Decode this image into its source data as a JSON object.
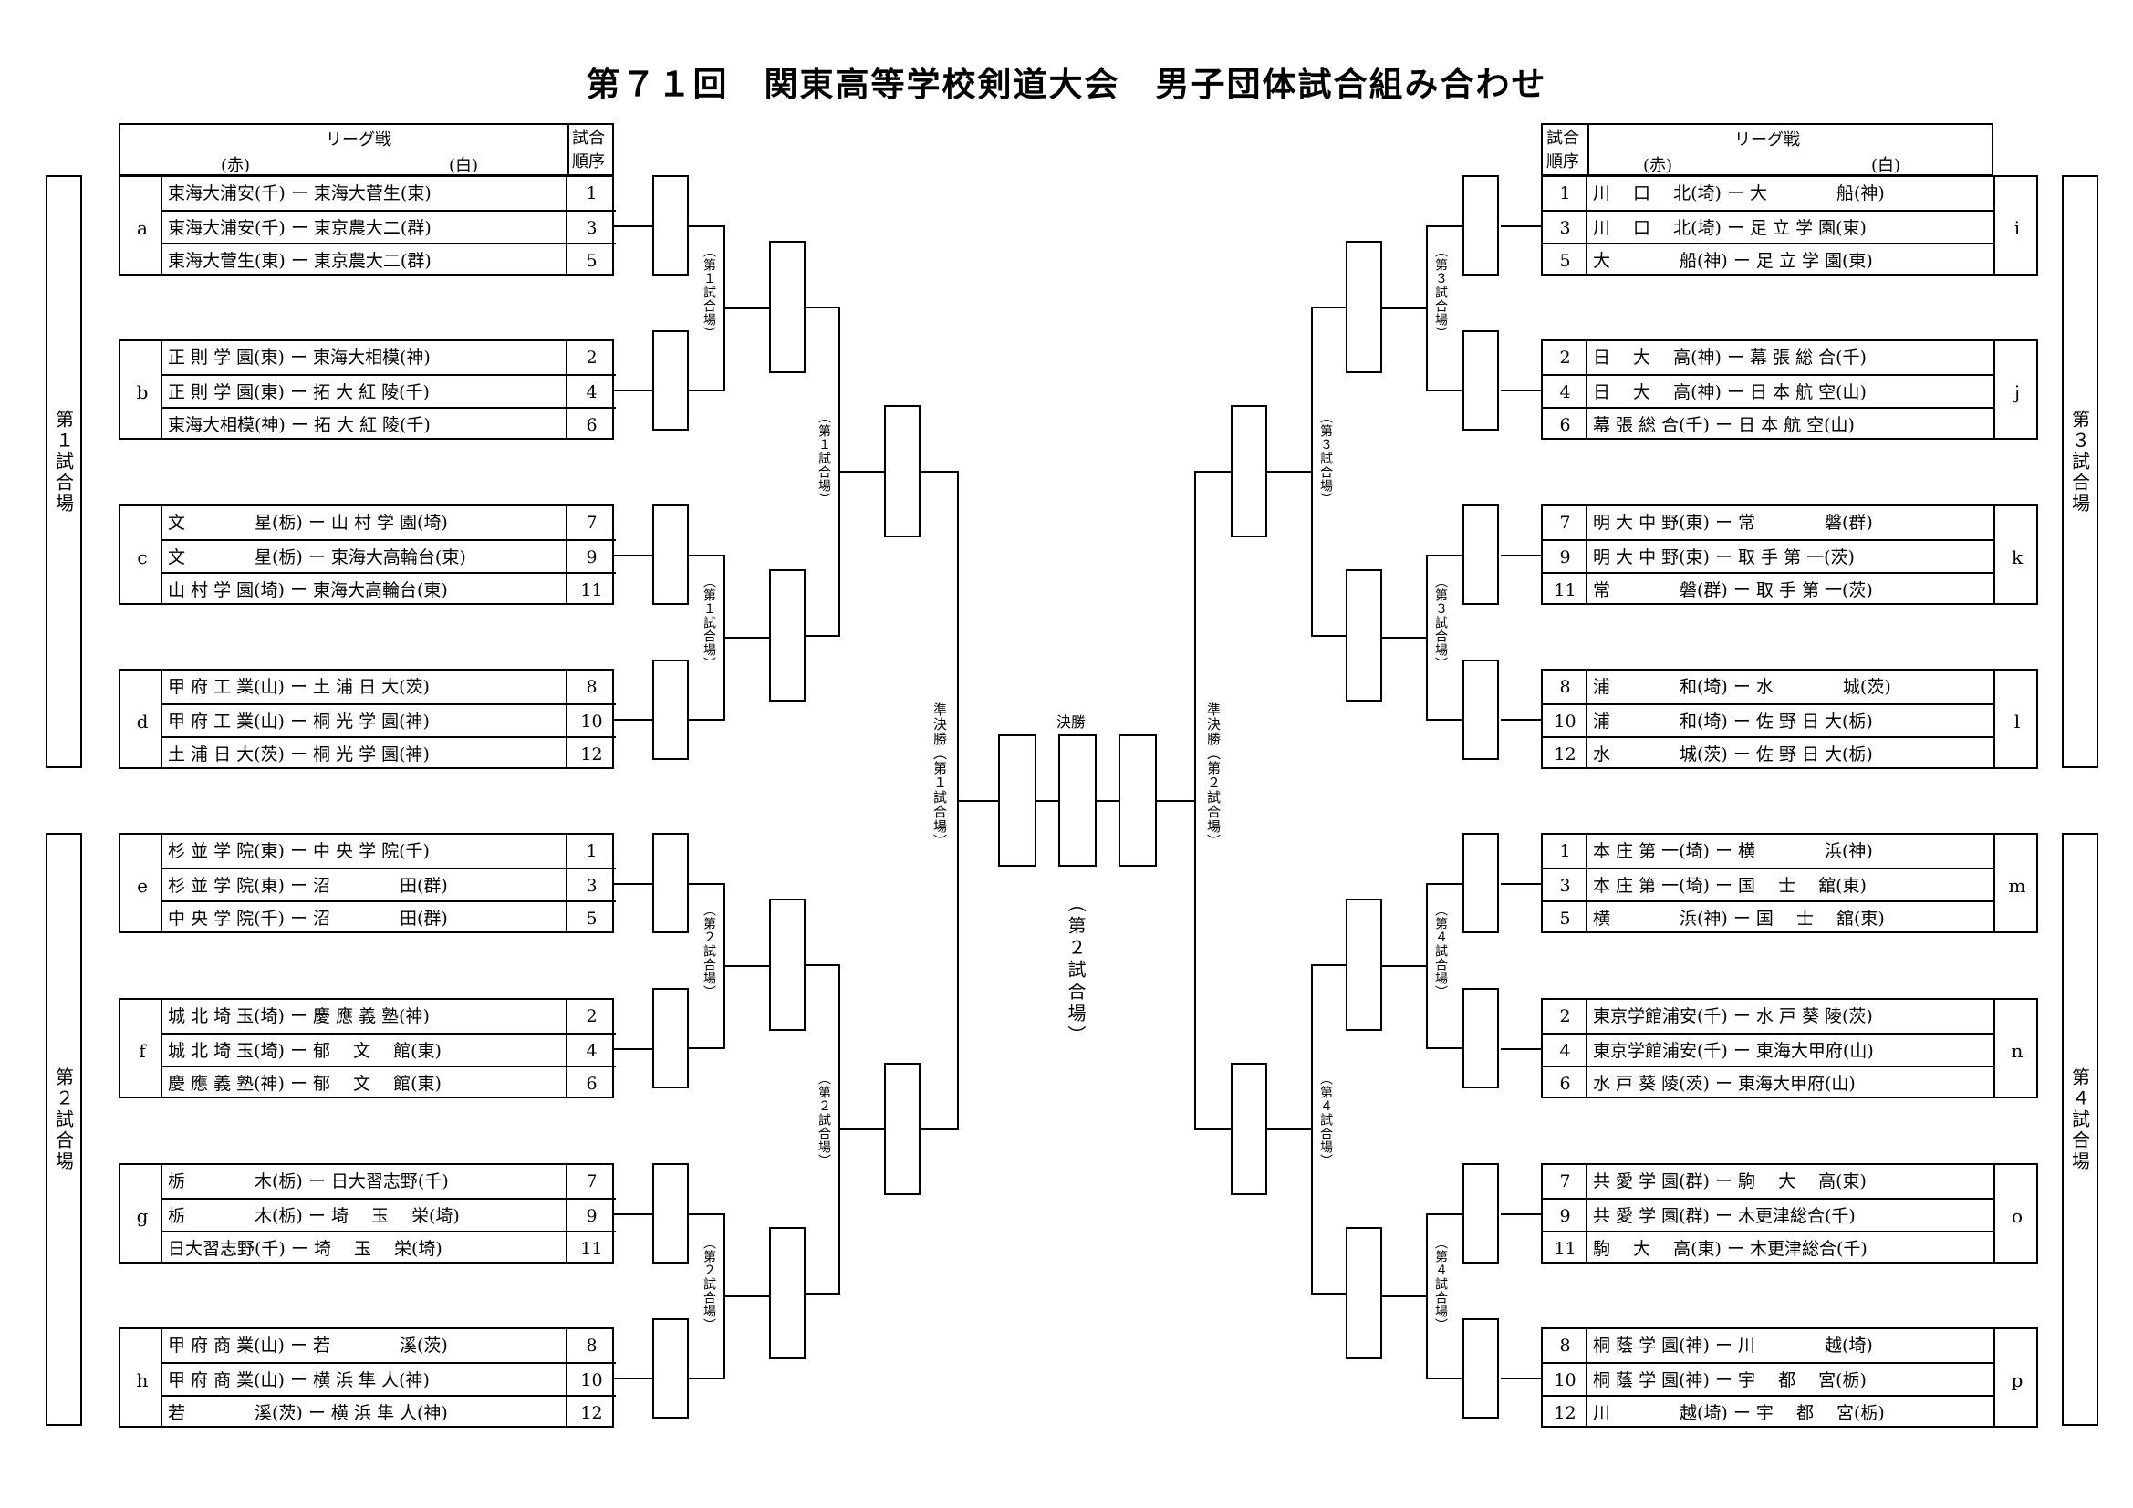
{
  "title": "第７１回　関東高等学校剣道大会　男子団体試合組み合わせ",
  "header": {
    "league": "リーグ戦",
    "red": "(赤)",
    "white": "(白)",
    "order": "試合\n順序"
  },
  "side_labels": {
    "court1": "第１試合場",
    "court2": "第２試合場",
    "court3": "第３試合場",
    "court4": "第４試合場"
  },
  "bracket_labels": {
    "c1": "（第１試合場）",
    "c2": "（第２試合場）",
    "c3": "（第３試合場）",
    "c4": "（第４試合場）",
    "semi_left": "準決勝（第１試合場）",
    "semi_right": "準決勝（第２試合場）",
    "final": "決勝",
    "final_court": "（第２試合場）"
  },
  "left_groups": [
    {
      "letter": "a",
      "rows": [
        {
          "match": "東海大浦安(千) ー 東海大菅生(東)",
          "order": "1"
        },
        {
          "match": "東海大浦安(千) ー 東京農大二(群)",
          "order": "3"
        },
        {
          "match": "東海大菅生(東) ー 東京農大二(群)",
          "order": "5"
        }
      ]
    },
    {
      "letter": "b",
      "rows": [
        {
          "match": "正 則 学 園(東) ー 東海大相模(神)",
          "order": "2"
        },
        {
          "match": "正 則 学 園(東) ー 拓 大 紅 陵(千)",
          "order": "4"
        },
        {
          "match": "東海大相模(神) ー 拓 大 紅 陵(千)",
          "order": "6"
        }
      ]
    },
    {
      "letter": "c",
      "rows": [
        {
          "match": "文　　　　星(栃) ー 山 村 学 園(埼)",
          "order": "7"
        },
        {
          "match": "文　　　　星(栃) ー 東海大高輪台(東)",
          "order": "9"
        },
        {
          "match": "山 村 学 園(埼) ー 東海大高輪台(東)",
          "order": "11"
        }
      ]
    },
    {
      "letter": "d",
      "rows": [
        {
          "match": "甲 府 工 業(山) ー 土 浦 日 大(茨)",
          "order": "8"
        },
        {
          "match": "甲 府 工 業(山) ー 桐 光 学 園(神)",
          "order": "10"
        },
        {
          "match": "土 浦 日 大(茨) ー 桐 光 学 園(神)",
          "order": "12"
        }
      ]
    },
    {
      "letter": "e",
      "rows": [
        {
          "match": "杉 並 学 院(東) ー 中 央 学 院(千)",
          "order": "1"
        },
        {
          "match": "杉 並 学 院(東) ー 沼　　　　田(群)",
          "order": "3"
        },
        {
          "match": "中 央 学 院(千) ー 沼　　　　田(群)",
          "order": "5"
        }
      ]
    },
    {
      "letter": "f",
      "rows": [
        {
          "match": "城 北 埼 玉(埼) ー 慶 應 義 塾(神)",
          "order": "2"
        },
        {
          "match": "城 北 埼 玉(埼) ー 郁　 文　 館(東)",
          "order": "4"
        },
        {
          "match": "慶 應 義 塾(神) ー 郁　 文　 館(東)",
          "order": "6"
        }
      ]
    },
    {
      "letter": "g",
      "rows": [
        {
          "match": "栃　　　　木(栃) ー 日大習志野(千)",
          "order": "7"
        },
        {
          "match": "栃　　　　木(栃) ー 埼　 玉　 栄(埼)",
          "order": "9"
        },
        {
          "match": "日大習志野(千) ー 埼　 玉　 栄(埼)",
          "order": "11"
        }
      ]
    },
    {
      "letter": "h",
      "rows": [
        {
          "match": "甲 府 商 業(山) ー 若　　　　溪(茨)",
          "order": "8"
        },
        {
          "match": "甲 府 商 業(山) ー 横 浜 隼 人(神)",
          "order": "10"
        },
        {
          "match": "若　　　　溪(茨) ー 横 浜 隼 人(神)",
          "order": "12"
        }
      ]
    }
  ],
  "right_groups": [
    {
      "letter": "i",
      "rows": [
        {
          "match": "川　 口　 北(埼) ー 大　　　　船(神)",
          "order": "1"
        },
        {
          "match": "川　 口　 北(埼) ー 足 立 学 園(東)",
          "order": "3"
        },
        {
          "match": "大　　　　船(神) ー 足 立 学 園(東)",
          "order": "5"
        }
      ]
    },
    {
      "letter": "j",
      "rows": [
        {
          "match": "日　 大　 高(神) ー 幕 張 総 合(千)",
          "order": "2"
        },
        {
          "match": "日　 大　 高(神) ー 日 本 航 空(山)",
          "order": "4"
        },
        {
          "match": "幕 張 総 合(千) ー 日 本 航 空(山)",
          "order": "6"
        }
      ]
    },
    {
      "letter": "k",
      "rows": [
        {
          "match": "明 大 中 野(東) ー 常　　　　磐(群)",
          "order": "7"
        },
        {
          "match": "明 大 中 野(東) ー 取 手 第 一(茨)",
          "order": "9"
        },
        {
          "match": "常　　　　磐(群) ー 取 手 第 一(茨)",
          "order": "11"
        }
      ]
    },
    {
      "letter": "l",
      "rows": [
        {
          "match": "浦　　　　和(埼) ー 水　　　　城(茨)",
          "order": "8"
        },
        {
          "match": "浦　　　　和(埼) ー 佐 野 日 大(栃)",
          "order": "10"
        },
        {
          "match": "水　　　　城(茨) ー 佐 野 日 大(栃)",
          "order": "12"
        }
      ]
    },
    {
      "letter": "m",
      "rows": [
        {
          "match": "本 庄 第 一(埼) ー 横　　　　浜(神)",
          "order": "1"
        },
        {
          "match": "本 庄 第 一(埼) ー 国　 士　 舘(東)",
          "order": "3"
        },
        {
          "match": "横　　　　浜(神) ー 国　 士　 舘(東)",
          "order": "5"
        }
      ]
    },
    {
      "letter": "n",
      "rows": [
        {
          "match": "東京学館浦安(千) ー 水 戸 葵 陵(茨)",
          "order": "2"
        },
        {
          "match": "東京学館浦安(千) ー 東海大甲府(山)",
          "order": "4"
        },
        {
          "match": "水 戸 葵 陵(茨) ー 東海大甲府(山)",
          "order": "6"
        }
      ]
    },
    {
      "letter": "o",
      "rows": [
        {
          "match": "共 愛 学 園(群) ー 駒　 大　 高(東)",
          "order": "7"
        },
        {
          "match": "共 愛 学 園(群) ー 木更津総合(千)",
          "order": "9"
        },
        {
          "match": "駒　 大　 高(東) ー 木更津総合(千)",
          "order": "11"
        }
      ]
    },
    {
      "letter": "p",
      "rows": [
        {
          "match": "桐 蔭 学 園(神) ー 川　　　　越(埼)",
          "order": "8"
        },
        {
          "match": "桐 蔭 学 園(神) ー 宇　 都　 宮(栃)",
          "order": "10"
        },
        {
          "match": "川　　　　越(埼) ー 宇　 都　 宮(栃)",
          "order": "12"
        }
      ]
    }
  ]
}
